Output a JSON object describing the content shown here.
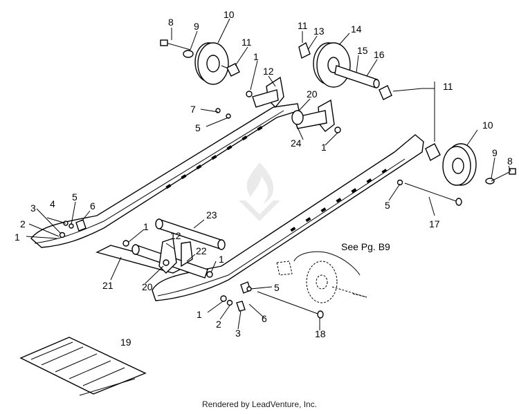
{
  "diagram": {
    "callouts": {
      "c1a": "1",
      "c1b": "1",
      "c1c": "1",
      "c1d": "1",
      "c1e": "1",
      "c1f": "1",
      "c2a": "2",
      "c2b": "2",
      "c3a": "3",
      "c3b": "3",
      "c4": "4",
      "c5a": "5",
      "c5b": "5",
      "c5c": "5",
      "c5d": "5",
      "c6a": "6",
      "c6b": "6",
      "c7": "7",
      "c8a": "8",
      "c8b": "8",
      "c9a": "9",
      "c9b": "9",
      "c10a": "10",
      "c10b": "10",
      "c11a": "11",
      "c11b": "11",
      "c11c": "11",
      "c12a": "12",
      "c12b": "12",
      "c13": "13",
      "c14": "14",
      "c15": "15",
      "c16": "16",
      "c17": "17",
      "c18": "18",
      "c19": "19",
      "c20a": "20",
      "c20b": "20",
      "c21": "21",
      "c22": "22",
      "c23": "23",
      "c24": "24"
    },
    "see_page_note": "See Pg. B9"
  },
  "footer": {
    "credit": "Rendered by LeadVenture, Inc."
  }
}
